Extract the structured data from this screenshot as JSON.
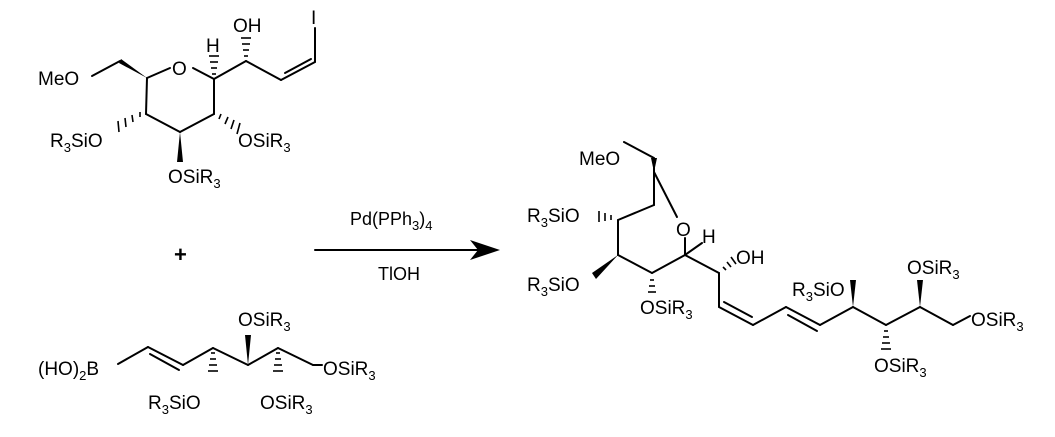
{
  "labels": {
    "meo": "MeO",
    "o": "O",
    "h": "H",
    "oh": "OH",
    "iodo": "I",
    "r3sio_pre": "R",
    "r3sio_post": "SiO",
    "osir3_pre": "OSiR",
    "sub3": "3",
    "ho2b_pre": "(HO)",
    "ho2b_post": "B",
    "sub2": "2"
  },
  "conditions": {
    "catalyst_pre": "Pd(PPh",
    "catalyst_sub": "3",
    "catalyst_post": ")",
    "catalyst_sub2": "4",
    "base": "TlOH"
  },
  "plus_sign": "+"
}
